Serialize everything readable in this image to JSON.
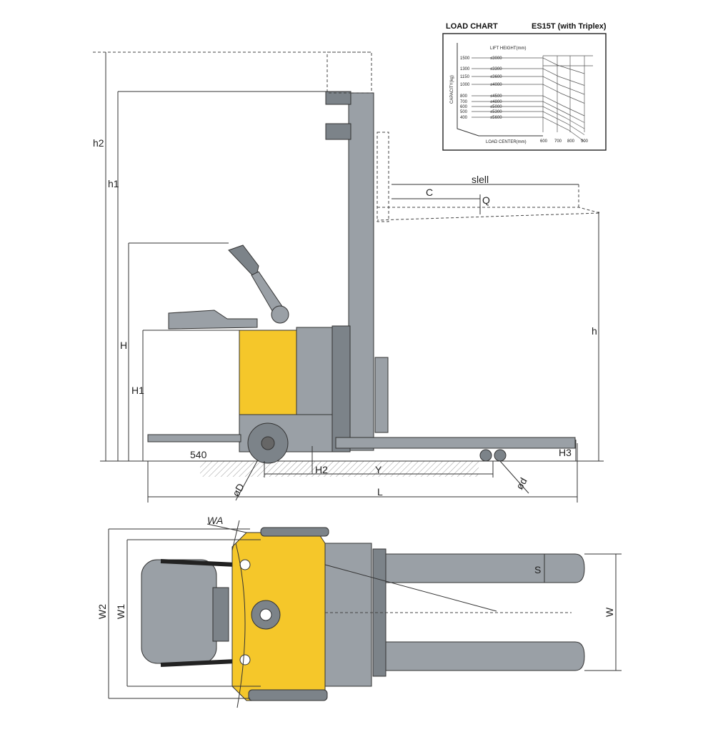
{
  "load_chart": {
    "title": "LOAD CHART",
    "model": "ES15T (with Triplex)",
    "y_axis_label": "CAPACITY(kg)",
    "x_axis_label": "LOAD CENTER(mm)",
    "lift_height_label": "LIFT HEIGHT(mm)",
    "capacities": [
      "1500",
      "1300",
      "1150",
      "1000",
      "800",
      "700",
      "600",
      "500",
      "400"
    ],
    "lift_heights": [
      "≤3000",
      "≤3300",
      "≤3600",
      "≤4000",
      "≤4500",
      "≤4800",
      "≤5000",
      "≤5300",
      "≤5600"
    ],
    "load_centers": [
      "600",
      "700",
      "800",
      "900"
    ]
  },
  "side_view": {
    "h2": "h2",
    "h1": "h1",
    "H": "H",
    "H1": "H1",
    "h": "h",
    "sle": "slell",
    "C": "C",
    "Q": "Q",
    "H3": "H3",
    "dim_540": "540",
    "H2": "H2",
    "Y": "Y",
    "L": "L",
    "phiD": "øD",
    "phid": "ød"
  },
  "top_view": {
    "WA": "WA",
    "W2": "W2",
    "W1": "W1",
    "W": "W",
    "S": "S"
  },
  "colors": {
    "body_grey": "#9aa0a6",
    "yellow": "#f5c72a"
  }
}
